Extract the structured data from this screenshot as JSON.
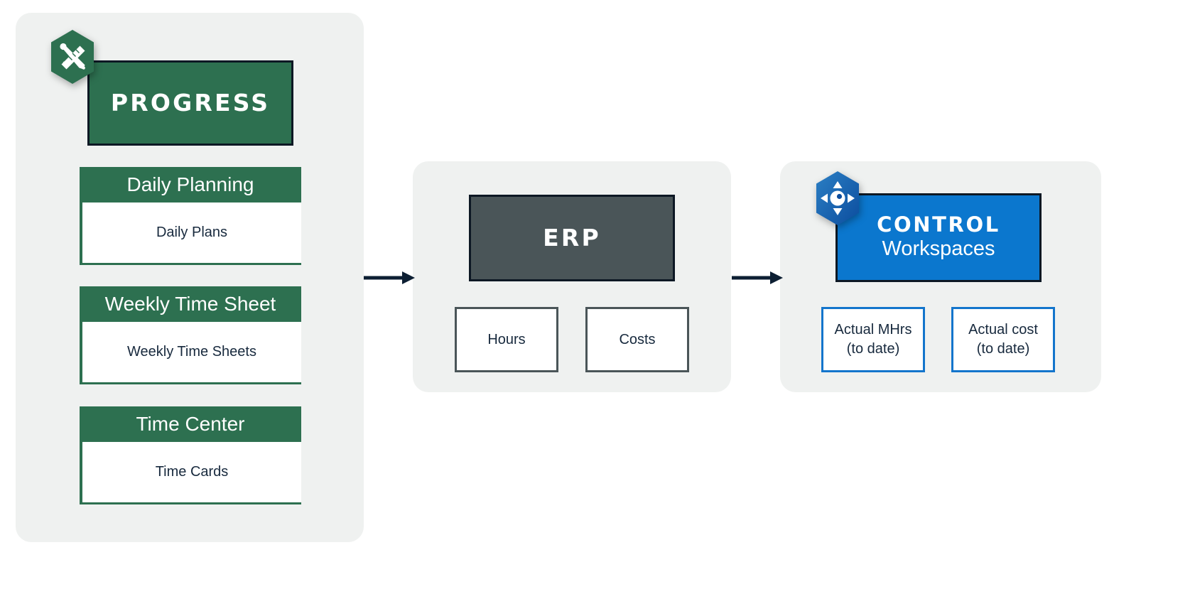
{
  "colors": {
    "green": "#2d7050",
    "blue": "#0b77ce",
    "blue_border": "#1375cc",
    "dark_gray": "#4a5558",
    "navy_text": "#17293d",
    "panel_bg": "#eff1f0",
    "outline": "#0d1824",
    "white": "#ffffff"
  },
  "panels": {
    "progress": {
      "name": "progress-panel",
      "icon": "ruler-pencil-hexagon-icon",
      "banner": {
        "title": "PROGRESS",
        "subtitle": ""
      },
      "cards": [
        {
          "header": "Daily Planning",
          "body": "Daily Plans"
        },
        {
          "header": "Weekly Time Sheet",
          "body": "Weekly Time Sheets"
        },
        {
          "header": "Time Center",
          "body": "Time Cards"
        }
      ]
    },
    "erp": {
      "name": "erp-panel",
      "banner": {
        "title": "ERP",
        "subtitle": ""
      },
      "outputs": [
        {
          "label": "Hours"
        },
        {
          "label": "Costs"
        }
      ]
    },
    "control": {
      "name": "control-panel",
      "icon": "directional-pad-hexagon-icon",
      "banner": {
        "title": "CONTROL",
        "subtitle": "Workspaces"
      },
      "outputs": [
        {
          "line1": "Actual MHrs",
          "line2": "(to date)"
        },
        {
          "line1": "Actual cost",
          "line2": "(to date)"
        }
      ]
    }
  },
  "arrows": [
    {
      "name": "arrow-progress-to-erp",
      "direction": "right"
    },
    {
      "name": "arrow-erp-to-control",
      "direction": "right"
    }
  ]
}
